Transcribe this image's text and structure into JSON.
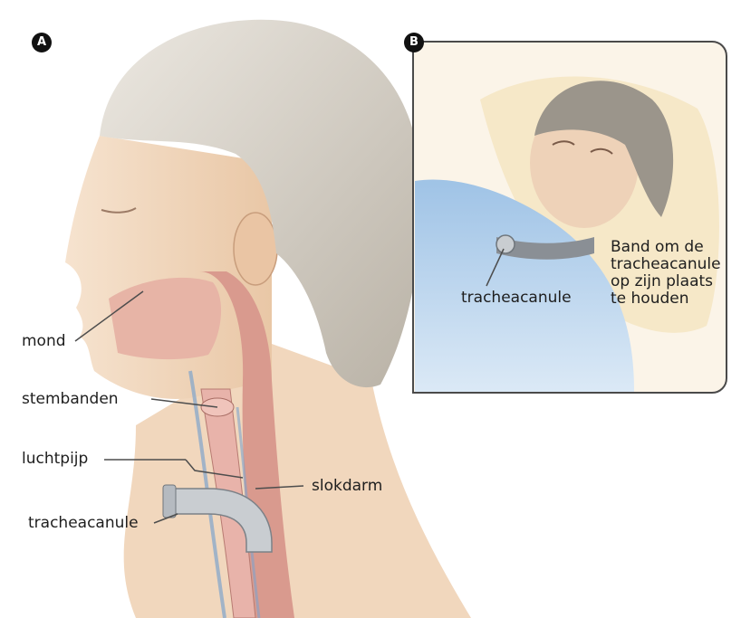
{
  "panels": {
    "a": {
      "badge": "A"
    },
    "b": {
      "badge": "B"
    }
  },
  "labels": {
    "mond": "mond",
    "stembanden": "stembanden",
    "luchtpijp": "luchtpijp",
    "tracheacanule_a": "tracheacanule",
    "slokdarm": "slokdarm",
    "tracheacanule_b": "tracheacanule",
    "band_lines": [
      "Band om de",
      "tracheacanule",
      "op zijn plaats",
      "te houden"
    ]
  },
  "colors": {
    "skin": "#f3dcc4",
    "hair": "#d8d2c8",
    "airway": "#d99a8e",
    "frame": "#4a4a4a",
    "blanket": "#b9d6ee",
    "pillow": "#f6e8c8"
  }
}
